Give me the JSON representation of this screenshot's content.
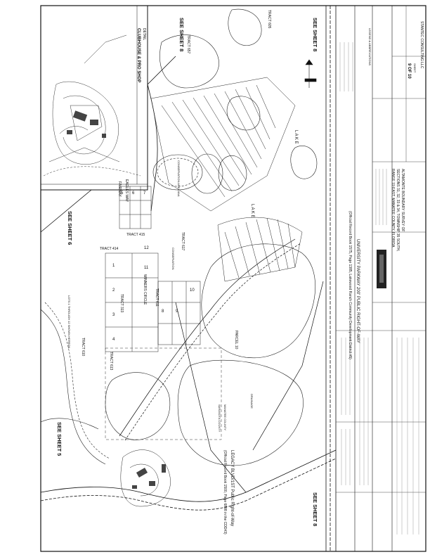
{
  "sheet_refs": {
    "top_center": "SEE SHEET 8",
    "top_right": "SEE SHEET 8",
    "left_upper": "SEE SHEET 6",
    "left_lower": "SEE SHEET 5",
    "bottom_right": "SEE SHEET 8"
  },
  "right_of_way": {
    "line1": "LEGACY BLVD/1ST Public Right-of-Way",
    "line2": "(Official Record Book 1500, Page 6898 in the CDD#3)"
  },
  "parkway": {
    "line1": "UNIVERSITY PARKWAY 200' PUBLIC RIGHT-OF-WAY",
    "line2": "(Official Record Book 1575, Page 1385, Lakewood Ranch Community Development District #5)"
  },
  "inset_title": {
    "line1": "DETAIL",
    "line2": "CLUBHOUSE & PRO SHOP"
  },
  "tracts": {
    "t657": "TRACT 657",
    "t610": "TRACT 610",
    "t415": "TRACT 415",
    "t414": "TRACT 414",
    "t617": "TRACT 617",
    "t613": "TRACT 613",
    "t313": "TRACT 313",
    "t611": "TRACT 611",
    "t605": "TRACT 605"
  },
  "streets": {
    "winners_circle": "WINNERS CIRCLE",
    "eagles_way": "EAGLES WAY",
    "fairway": "FAIRWAY",
    "lake": "L A K E"
  },
  "lot_numbers": [
    "1",
    "2",
    "3",
    "4",
    "5",
    "6",
    "7",
    "8",
    "9",
    "10",
    "11",
    "12"
  ],
  "areas": {
    "conservation1": "CONSERVATION AREA 8AA",
    "conservation2": "CONSERVATION",
    "parcel": "PARCEL 10",
    "drainage": "DRAINAGE"
  },
  "title_block": {
    "survey_title": "ALTAMONTE BOUNDARY SURVEY OF",
    "survey_sections": "SECTIONS 31, 32, 33 & 34, TOWNSHIP 35 SOUTH,",
    "survey_county": "RANGE 19 EAST, MANATEE COUNTY, FLORIDA",
    "firm": "STANTEC CONSULTING LLC",
    "sheet_no": "9 OF 10",
    "sheet_label": "SHEET",
    "county_left": "MANATEE COUNTY",
    "county_right": "SARASOTA COUNTY"
  },
  "legend_title": "LEGEND & ABBREVIATIONS",
  "note": "LOTS 1 THROUGH 12 SHOWN HEREON"
}
